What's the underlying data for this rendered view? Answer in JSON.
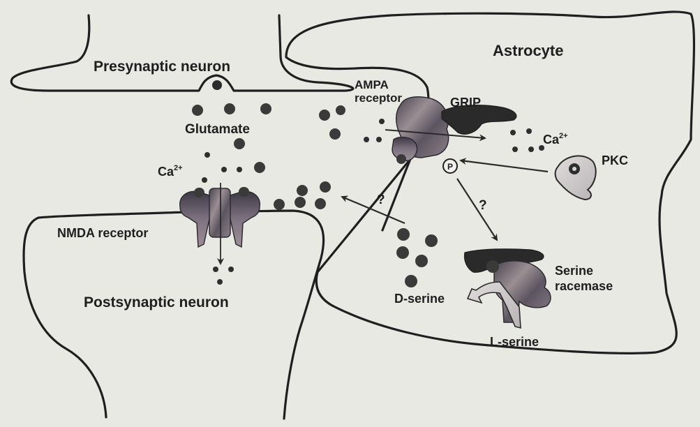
{
  "labels": {
    "presynaptic": "Presynaptic neuron",
    "astrocyte": "Astrocyte",
    "ampa_line1": "AMPA",
    "ampa_line2": "receptor",
    "grip": "GRIP",
    "glutamate": "Glutamate",
    "ca_left": "Ca",
    "ca_left_sup": "2+",
    "ca_right": "Ca",
    "ca_right_sup": "2+",
    "pkc": "PKC",
    "phospho": "P",
    "question_left": "?",
    "question_right": "?",
    "nmda": "NMDA receptor",
    "postsynaptic": "Postsynaptic neuron",
    "serine_line1": "Serine",
    "serine_line2": "racemase",
    "dserine": "D-serine",
    "lserine": "L-serine"
  },
  "colors": {
    "background": "#e9e9e4",
    "outline": "#1f1f1f",
    "molecule": "#3a3a3a",
    "protein_dark": "#3b3640",
    "protein_mid": "#8a7f8c",
    "protein_light": "#c9c5c6",
    "grip_fill": "#2a2a2a"
  }
}
